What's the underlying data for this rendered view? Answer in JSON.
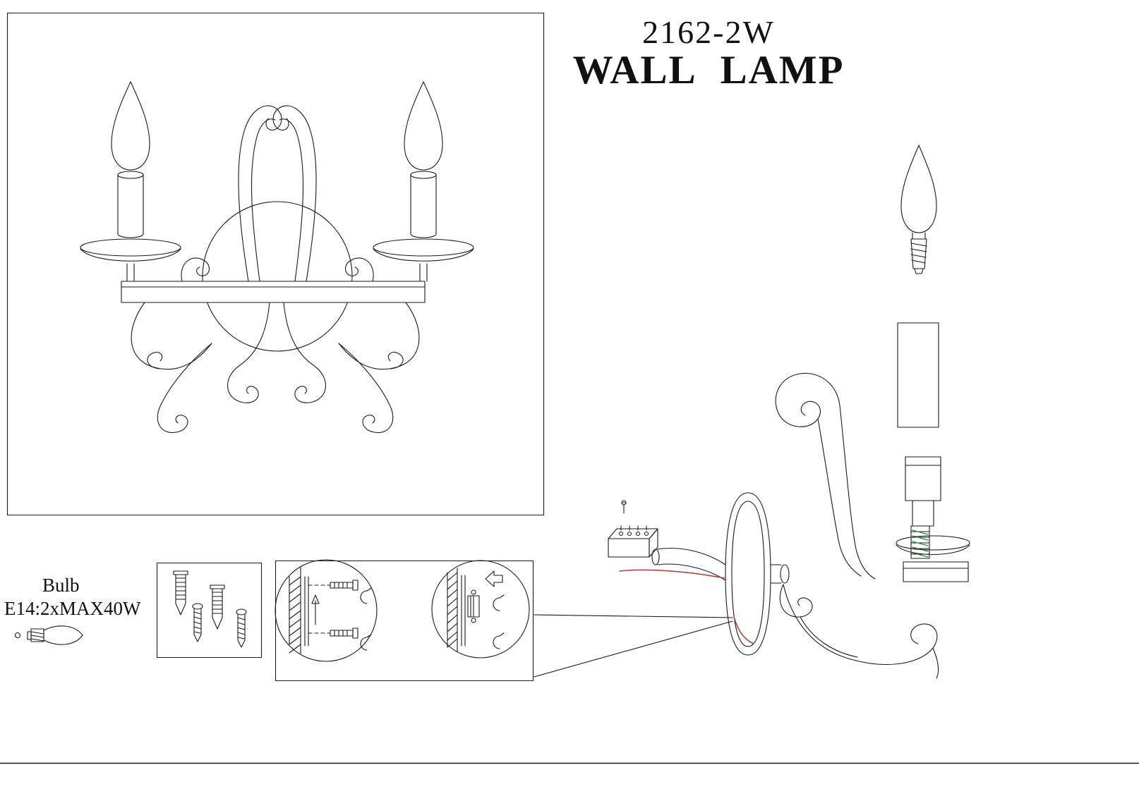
{
  "header": {
    "model": "2162-2W",
    "product": "WALL LAMP"
  },
  "bulb": {
    "label": "Bulb",
    "spec": "E14:2xMAX40W"
  },
  "colors": {
    "line": "#1a1a1a",
    "accent_red": "#b03a2e",
    "accent_green": "#2e8b4e",
    "background": "#ffffff"
  },
  "figures": {
    "front_view": "wall-lamp-front-view",
    "exploded_view": "assembly-exploded-view",
    "hardware": "wall-plugs-and-screws",
    "mounting_detail": "mounting-bracket-detail-callout",
    "bulb_icon": "e14-candle-bulb-icon"
  }
}
